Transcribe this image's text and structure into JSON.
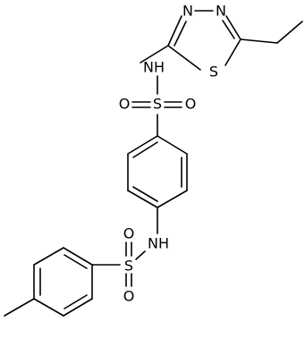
{
  "atoms": {
    "n1": "N",
    "n2": "N",
    "s_ring": "S",
    "nh1": "NH",
    "s1": "S",
    "o1": "O",
    "o2": "O",
    "nh2": "NH",
    "s2": "S",
    "o3": "O",
    "o4": "O"
  },
  "colors": {
    "bond": "#000000",
    "label": "#000000",
    "background": "#ffffff"
  }
}
